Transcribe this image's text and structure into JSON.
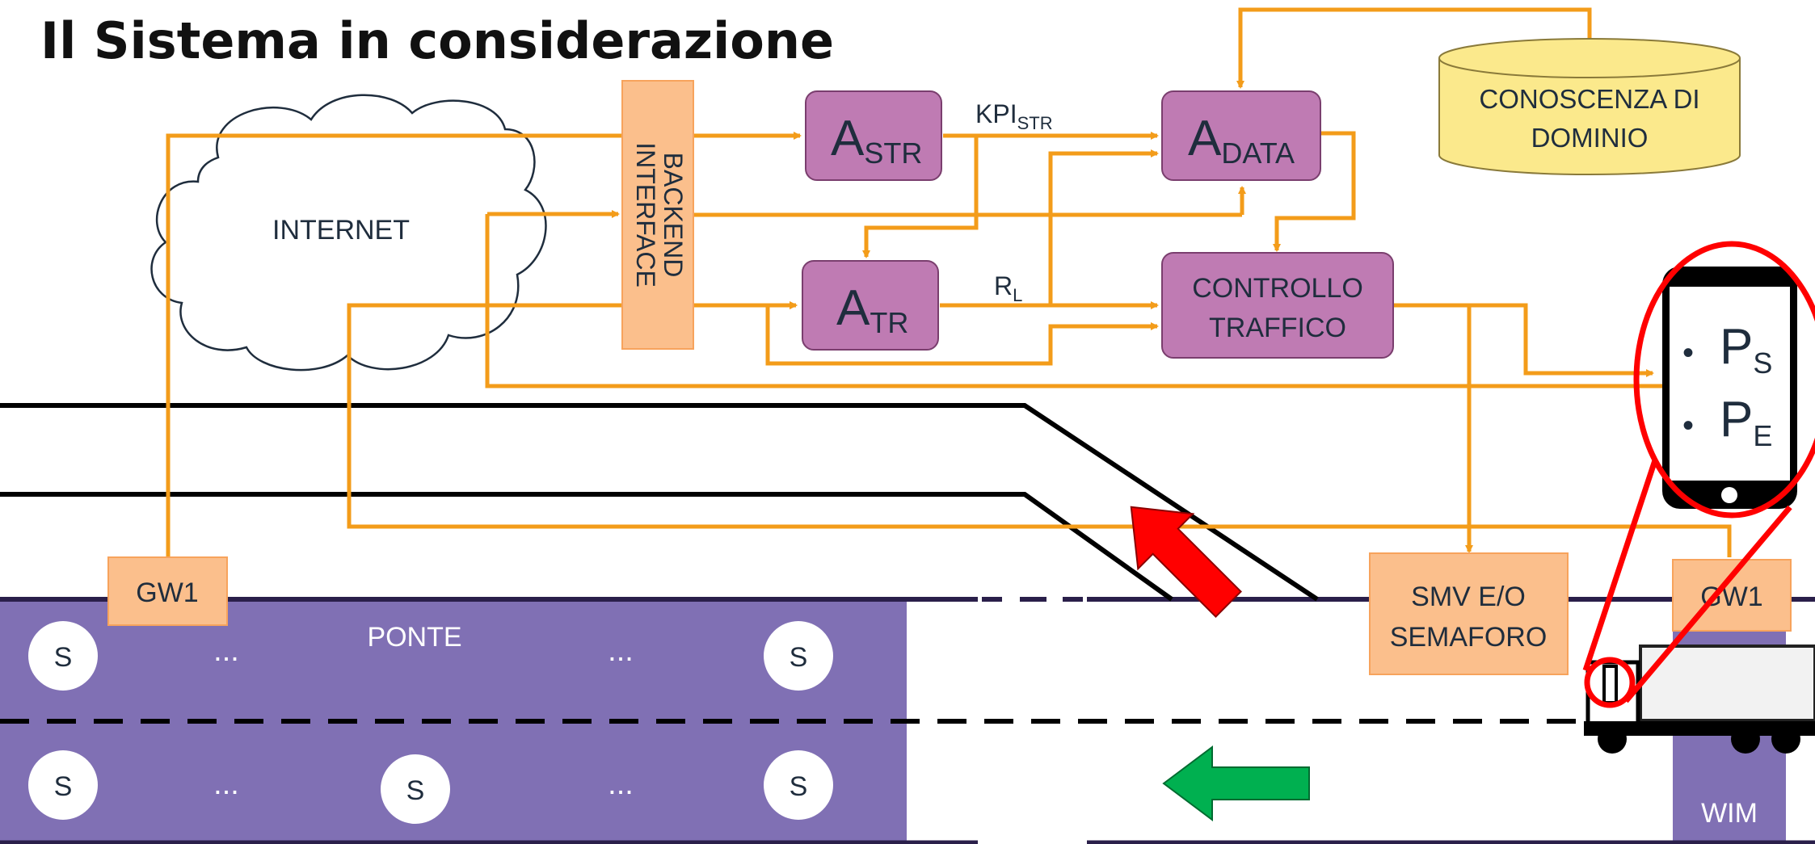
{
  "title": "Il Sistema in considerazione",
  "cloud_label": "INTERNET",
  "backend": {
    "line1": "BACKEND",
    "line2": "INTERFACE"
  },
  "a_str": {
    "main": "A",
    "sub": "STR"
  },
  "a_tr": {
    "main": "A",
    "sub": "TR"
  },
  "a_data": {
    "main": "A",
    "sub": "DATA"
  },
  "controllo": {
    "line1": "CONTROLLO",
    "line2": "TRAFFICO"
  },
  "conoscenza": {
    "line1": "CONOSCENZA DI",
    "line2": "DOMINIO"
  },
  "kpi": {
    "main": "KPI",
    "sub": "STR"
  },
  "rl": {
    "main": "R",
    "sub": "L"
  },
  "gw1_left": "GW1",
  "gw1_right": "GW1",
  "ponte": "PONTE",
  "sensor": "S",
  "dots": "...",
  "smv": {
    "line1": "SMV E/O",
    "line2": "SEMAFORO"
  },
  "wim": "WIM",
  "phone": {
    "ps_main": "P",
    "ps_sub": "S",
    "pe_main": "P",
    "pe_sub": "E",
    "bullet": "•"
  },
  "colors": {
    "orange": "#f39c1a",
    "purple_box": "#bf7bb3",
    "bridge": "#8070b4",
    "cylinder": "#fbe98c",
    "box_orange": "#fbbf8c",
    "red": "#ff0000",
    "green": "#00b050",
    "text_dark": "#1f2d3d"
  }
}
